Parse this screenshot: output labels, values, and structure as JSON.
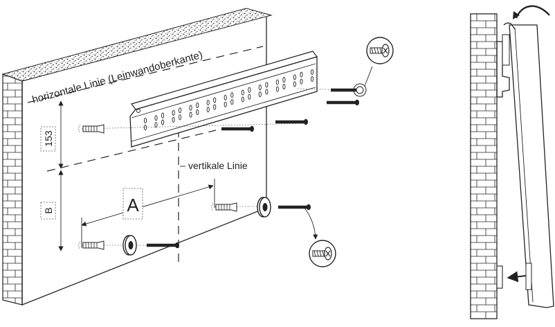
{
  "labels": {
    "horizontal_line": "horizontale Linie (Leinwandoberkante)",
    "vertical_line": "vertikale Linie",
    "dim_153": "153",
    "dim_b": "B",
    "dim_a": "A"
  },
  "icons": {
    "rotate": "rotate-clockwise-arrow-icon",
    "push": "push-arrow-icon",
    "screw_detail": "screw-detail-icon"
  }
}
